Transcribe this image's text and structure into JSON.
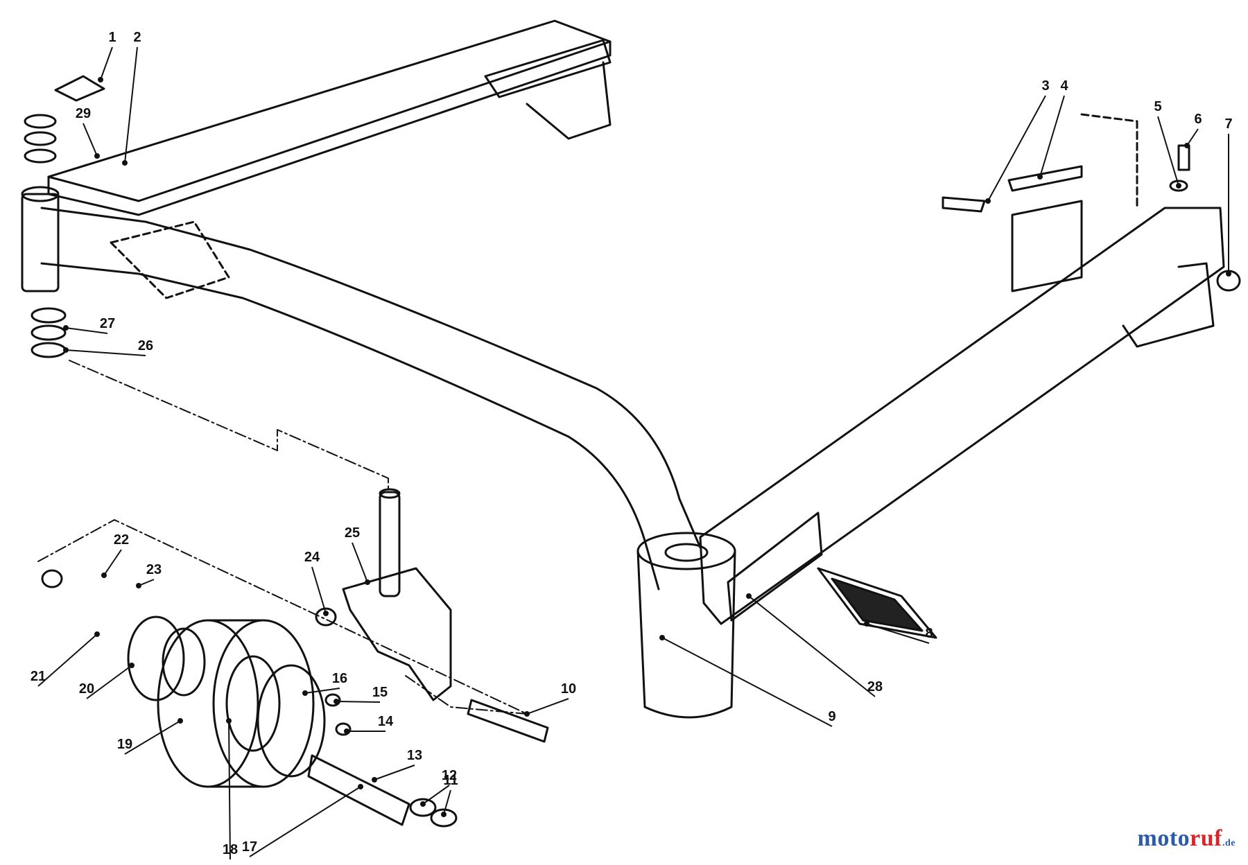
{
  "diagram": {
    "part_labels": [
      "1",
      "2",
      "3",
      "4",
      "5",
      "6",
      "7",
      "8",
      "9",
      "10",
      "11",
      "12",
      "13",
      "14",
      "15",
      "16",
      "17",
      "18",
      "19",
      "20",
      "21",
      "22",
      "23",
      "24",
      "25",
      "26",
      "27",
      "28",
      "29"
    ]
  },
  "watermark": {
    "part1": "moto",
    "part2": "ruf",
    "suffix": ".de"
  }
}
